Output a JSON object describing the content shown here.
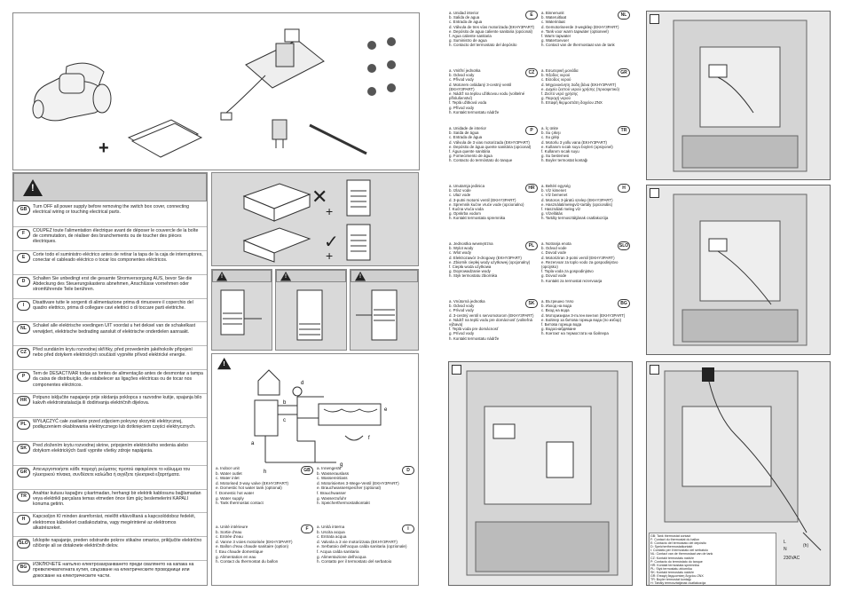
{
  "warnings": [
    {
      "lang": "GB",
      "text": "Turn OFF all power supply before removing the switch box cover, connecting electrical wiring or touching electrical parts."
    },
    {
      "lang": "F",
      "text": "COUPEZ toute l'alimentation électrique avant de déposer le couvercle de la boîte de commutation, de réaliser des branchements ou de toucher des pièces électriques."
    },
    {
      "lang": "E",
      "text": "Corte todo el suministro eléctrico antes de retirar la tapa de la caja de interruptores, conectar el cableado eléctrico o tocar los componentes eléctricos."
    },
    {
      "lang": "D",
      "text": "Schalten Sie unbedingt erst die gesamte Stromversorgung AUS, bevor Sie die Abdeckung des Steuerungskastens abnehmen, Anschlüsse vornehmen oder stromführende Teile berühren."
    },
    {
      "lang": "I",
      "text": "Disattivare tutte le sorgenti di alimentazione prima di rimuovere il coperchio del quadro elettrico, prima di collegare cavi elettrici o di toccare parti elettriche."
    },
    {
      "lang": "NL",
      "text": "Schakel alle elektrische voedingen UIT voordat u het deksel van de schakelkast verwijdert, elektrische bedrading aansluit of elektrische onderdelen aanraakt."
    },
    {
      "lang": "CZ",
      "text": "Před sundáním krytu rozvodnej skříňky, před provedením jakéhokoliv připojení nebo před dotykem elektrických součástí vypněte přívod elektrické energie."
    },
    {
      "lang": "P",
      "text": "Tem de DESACTIVAR todas as fontes de alimentação antes de desmontar a tampa da caixa de distribuição, de estabelecer as ligações eléctricas ou de tocar nos componentes eléctricos."
    },
    {
      "lang": "HR",
      "text": "Potpuno isključite napajanje prije skidanja poklopca s razvodne kutije, spajanja bilo kakvih elektroinstalacija ili dodirivanja električnih dijelova."
    },
    {
      "lang": "PL",
      "text": "WYŁĄCZYĆ całe zasilanie przed zdjęciem pokrywy skrzynki elektrycznej, podłączeniem okablowania elektrycznego lub dotknięciem części elektrycznych."
    },
    {
      "lang": "SK",
      "text": "Pred zložením krytu rozvodnej skrine, pripojením elektrického vedenia alebo dotykom elektrických častí vypnite všetky zdroje napájania."
    },
    {
      "lang": "GR",
      "text": "Απενεργοποιήστε κάθε παροχή ρεύματος προτού αφαιρέσετε το κάλυμμα του ηλεκτρικού πίνακα, συνδέσετε καλώδια ή αγγίξετε ηλεκτρικά εξαρτήματα."
    },
    {
      "lang": "TR",
      "text": "Anahtar kutusu kapağını çıkartmadan, herhangi bir elektrik kablosunu bağlamadan veya elektrikli parçalara temas etmeden önce tüm güç beslemelerini KAPALI konuma getirin."
    },
    {
      "lang": "H",
      "text": "Kapcsoljon KI minden áramforrást, mielőtt eltávolítaná a kapcsolódoboz fedelét, elektromos kábeleket csatlakoztatna, vagy megérintené az elektromos alkatrészeket."
    },
    {
      "lang": "SLO",
      "text": "Izklopite napajanje, preden odstranite pokrov stikalne omarice, priključite električno ožičenje ali se dotaknete električnih delov."
    },
    {
      "lang": "BG",
      "text": "ИЗКЛЮЧЕТЕ напълно електрозахранването преди свалянето на капака на превключвателната кутия, свързване на електрическите проводници или докосване на електрическите части."
    }
  ],
  "legend_bottom": {
    "gb": {
      "badge": "GB",
      "items": [
        "a. Indoor unit",
        "b. Water outlet",
        "c. Water inlet",
        "d. Motorised 3-way valve (EKHY3PART)",
        "e. Domestic hot water tank (optional)",
        "f. Domestic hot water",
        "g. Water supply",
        "h. Tank thermostat contact"
      ]
    },
    "d": {
      "badge": "D",
      "items": [
        "a. Innengerät",
        "b. Wasserauslass",
        "c. Wassereinlass",
        "d. Motorisiertes 3-Wege-Ventil (EKHY3PART)",
        "e. Brauchwasserspeicher (optional)",
        "f. Brauchwasser",
        "g. Wasserzufuhr",
        "h. Speicherthermostatkontakt"
      ]
    },
    "f": {
      "badge": "F",
      "items": [
        "a. Unité intérieure",
        "b. Sortie d'eau",
        "c. Entrée d'eau",
        "d. Vanne 3 voies motorisée (EKHY3PART)",
        "e. Ballon d'eau chaude sanitaire (option)",
        "f. Eau chaude domestique",
        "g. Alimentation en eau",
        "h. Contact du thermostat du ballon"
      ]
    },
    "i": {
      "badge": "I",
      "items": [
        "a. Unità interna",
        "b. Uscita acqua",
        "c. Entrata acqua",
        "d. Valvola a 3 vie motorizzata (EKHY3PART)",
        "e. Serbatoio dell'acqua calda sanitaria (opzionale)",
        "f. Acqua calda sanitaria",
        "g. Alimentazione dell'acqua",
        "h. Contatto per il termostato del serbatoio"
      ]
    }
  },
  "legend_right": [
    {
      "badge": "E",
      "items": [
        "a. Unidad interior",
        "b. Salida de agua",
        "c. Entrada de agua",
        "d. Válvula de tres vías motorizada (EKHY3PART)",
        "e. Depósito de agua caliente sanitaria (opcional)",
        "f. Agua caliente sanitaria",
        "g. Suministro de agua",
        "h. Contacto del termostato del depósito"
      ]
    },
    {
      "badge": "NL",
      "items": [
        "a. Binnenunit",
        "b. Wateruitlaat",
        "c. Waterinlaat",
        "d. Gemotoriseerde 3-wegklep (EKHY3PART)",
        "e. Tank voor warm tapwater (optioneel)",
        "f. Warm tapwater",
        "g. Watertoevoer",
        "h. Contact van de thermostaat van de tank"
      ]
    },
    {
      "badge": "CZ",
      "items": [
        "a. Vnitřní jednotka",
        "b. Odvod vody",
        "c. Přívod vody",
        "d. Motorem ovládaný 3-cestný ventil (EKHY3PART)",
        "e. Nádrž na teplou užitkovou vodu (volitelné příslušenství)",
        "f. Teplá užitková voda",
        "g. Přívod vody",
        "h. Kontakt termostatu nádrže"
      ]
    },
    {
      "badge": "GR",
      "items": [
        "a. Εσωτερική μονάδα",
        "b. Έξοδος νερού",
        "c. Είσοδος νερού",
        "d. Μηχανοκίνητη 3οδη βάνα (EKHY3PART)",
        "e. Δοχείο ζεστού νερού χρήσης (προαιρετικό)",
        "f. Ζεστό νερό χρήσης",
        "g. Παροχή νερού",
        "h. Επαφή θερμοστάτη δοχείου ΖΝΧ"
      ]
    },
    {
      "badge": "P",
      "items": [
        "a. Unidade de interior",
        "b. Saída de água",
        "c. Entrada de água",
        "d. Válvula de 3 vias motorizada (EKHY3PART)",
        "e. Depósito de água quente sanitária (opcional)",
        "f. Água quente sanitária",
        "g. Fornecimento de água",
        "h. Contacto do termóstato do tanque"
      ]
    },
    {
      "badge": "TR",
      "items": [
        "a. İç ünite",
        "b. Su çıkışı",
        "c. Su girişi",
        "d. Motorlu 3 yollu vana (EKHY3PART)",
        "e. Kullanım sıcak suyu boyleri (opsiyonel)",
        "f. Kullanım sıcak suyu",
        "g. Su beslemesi",
        "h. Boyler termostat kontağı"
      ]
    },
    {
      "badge": "HR",
      "items": [
        "a. Unutarnja jedinica",
        "b. Izlaz vode",
        "c. Ulaz vode",
        "d. 3-putni motorni ventil (EKHY3PART)",
        "e. Spremnik kućne vruće vode (opcionalno)",
        "f. Kućna vruća voda",
        "g. Opskrba vodom",
        "h. Kontakt termostata spremnika"
      ]
    },
    {
      "badge": "H",
      "items": [
        "a. Beltéri egység",
        "b. Víz kimenet",
        "c. Víz bemenet",
        "d. Motoros 3-járatú szelep (EKHY3PART)",
        "e. Használatimelegvíz-tartály (opcionális)",
        "f. Használati meleg víz",
        "g. Vízellátás",
        "h. Tartály termosztátjának csatlakozója"
      ]
    },
    {
      "badge": "PL",
      "items": [
        "a. Jednostka wewnętrzna",
        "b. Wylot wody",
        "c. Wlot wody",
        "d. Elektrozawór 3-drogowy (EKHY3PART)",
        "e. Zbiornik ciepłej wody użytkowej (opcjonalny)",
        "f. Ciepła woda użytkowa",
        "g. Doprowadzanie wody",
        "h. Styk termostatu zbiornika"
      ]
    },
    {
      "badge": "SLO",
      "items": [
        "a. Notranja enota",
        "b. Odvod vode",
        "c. Dovod vode",
        "d. Motoriziran 3-potni ventil (EKHY3PART)",
        "e. Rezervoar za toplo vodo za gospodinjstvo (opcijsko)",
        "f. Topla voda za gospodinjstvo",
        "g. Dovod vode",
        "h. Kontakt za termostat rezervoarja"
      ]
    },
    {
      "badge": "SK",
      "items": [
        "a. Vnútorná jednotka",
        "b. Odvod vody",
        "c. Prívod vody",
        "d. 3-cestný ventil s servomotorom (EKHY3PART)",
        "e. Nádrž na teplú vodu pre domácnosť (voliteľná výbava)",
        "f. Teplá voda pre domácnosť",
        "g. Prívod vody",
        "h. Kontakt termostatu nádrže"
      ]
    },
    {
      "badge": "BG",
      "items": [
        "a. Вътрешно тяло",
        "b. Изход на вода",
        "c. Вход на вода",
        "d. Моторизиран 3-пътен вентил (EKHY3PART)",
        "e. Бойлер за битова гореща вода (по избор)",
        "f. Битова гореща вода",
        "g. Водоснабдяване",
        "h. Контакт на термостата на бойлера"
      ]
    }
  ],
  "final_legend": {
    "lines": [
      "GB: Tank thermostat contact",
      "F: Contact du thermostat du ballon",
      "E: Contacto del termostato del depósito",
      "D: Speicherthermostatkontakt",
      "I: Contatto per il termostato del serbatoio",
      "NL: Contact van de thermostaat van de tank",
      "CZ: Kontakt termostatu nádrže",
      "P: Contacto do termóstato do tanque",
      "HR: Kontakt termostata spremnika",
      "PL: Styk termostatu zbiornika",
      "SK: Kontakt termostatu nádrže",
      "GR: Επαφή θερμοστάτη δοχείου ΖΝΧ",
      "TR: Boyler termostat kontağı",
      "H: Tartály termosztátjának csatlakozója",
      "SLO: Kontakt za termostat rezervoarja",
      "BG: Контакт на термостата на бойлера"
    ],
    "voltage": "230VAC",
    "terminal_l": "L",
    "terminal_n": "N",
    "label_h": "(h)"
  },
  "diagram_labels": {
    "a": "a",
    "b": "b",
    "c": "c",
    "d": "d",
    "e": "e",
    "f": "f",
    "g": "g",
    "h": "h"
  }
}
